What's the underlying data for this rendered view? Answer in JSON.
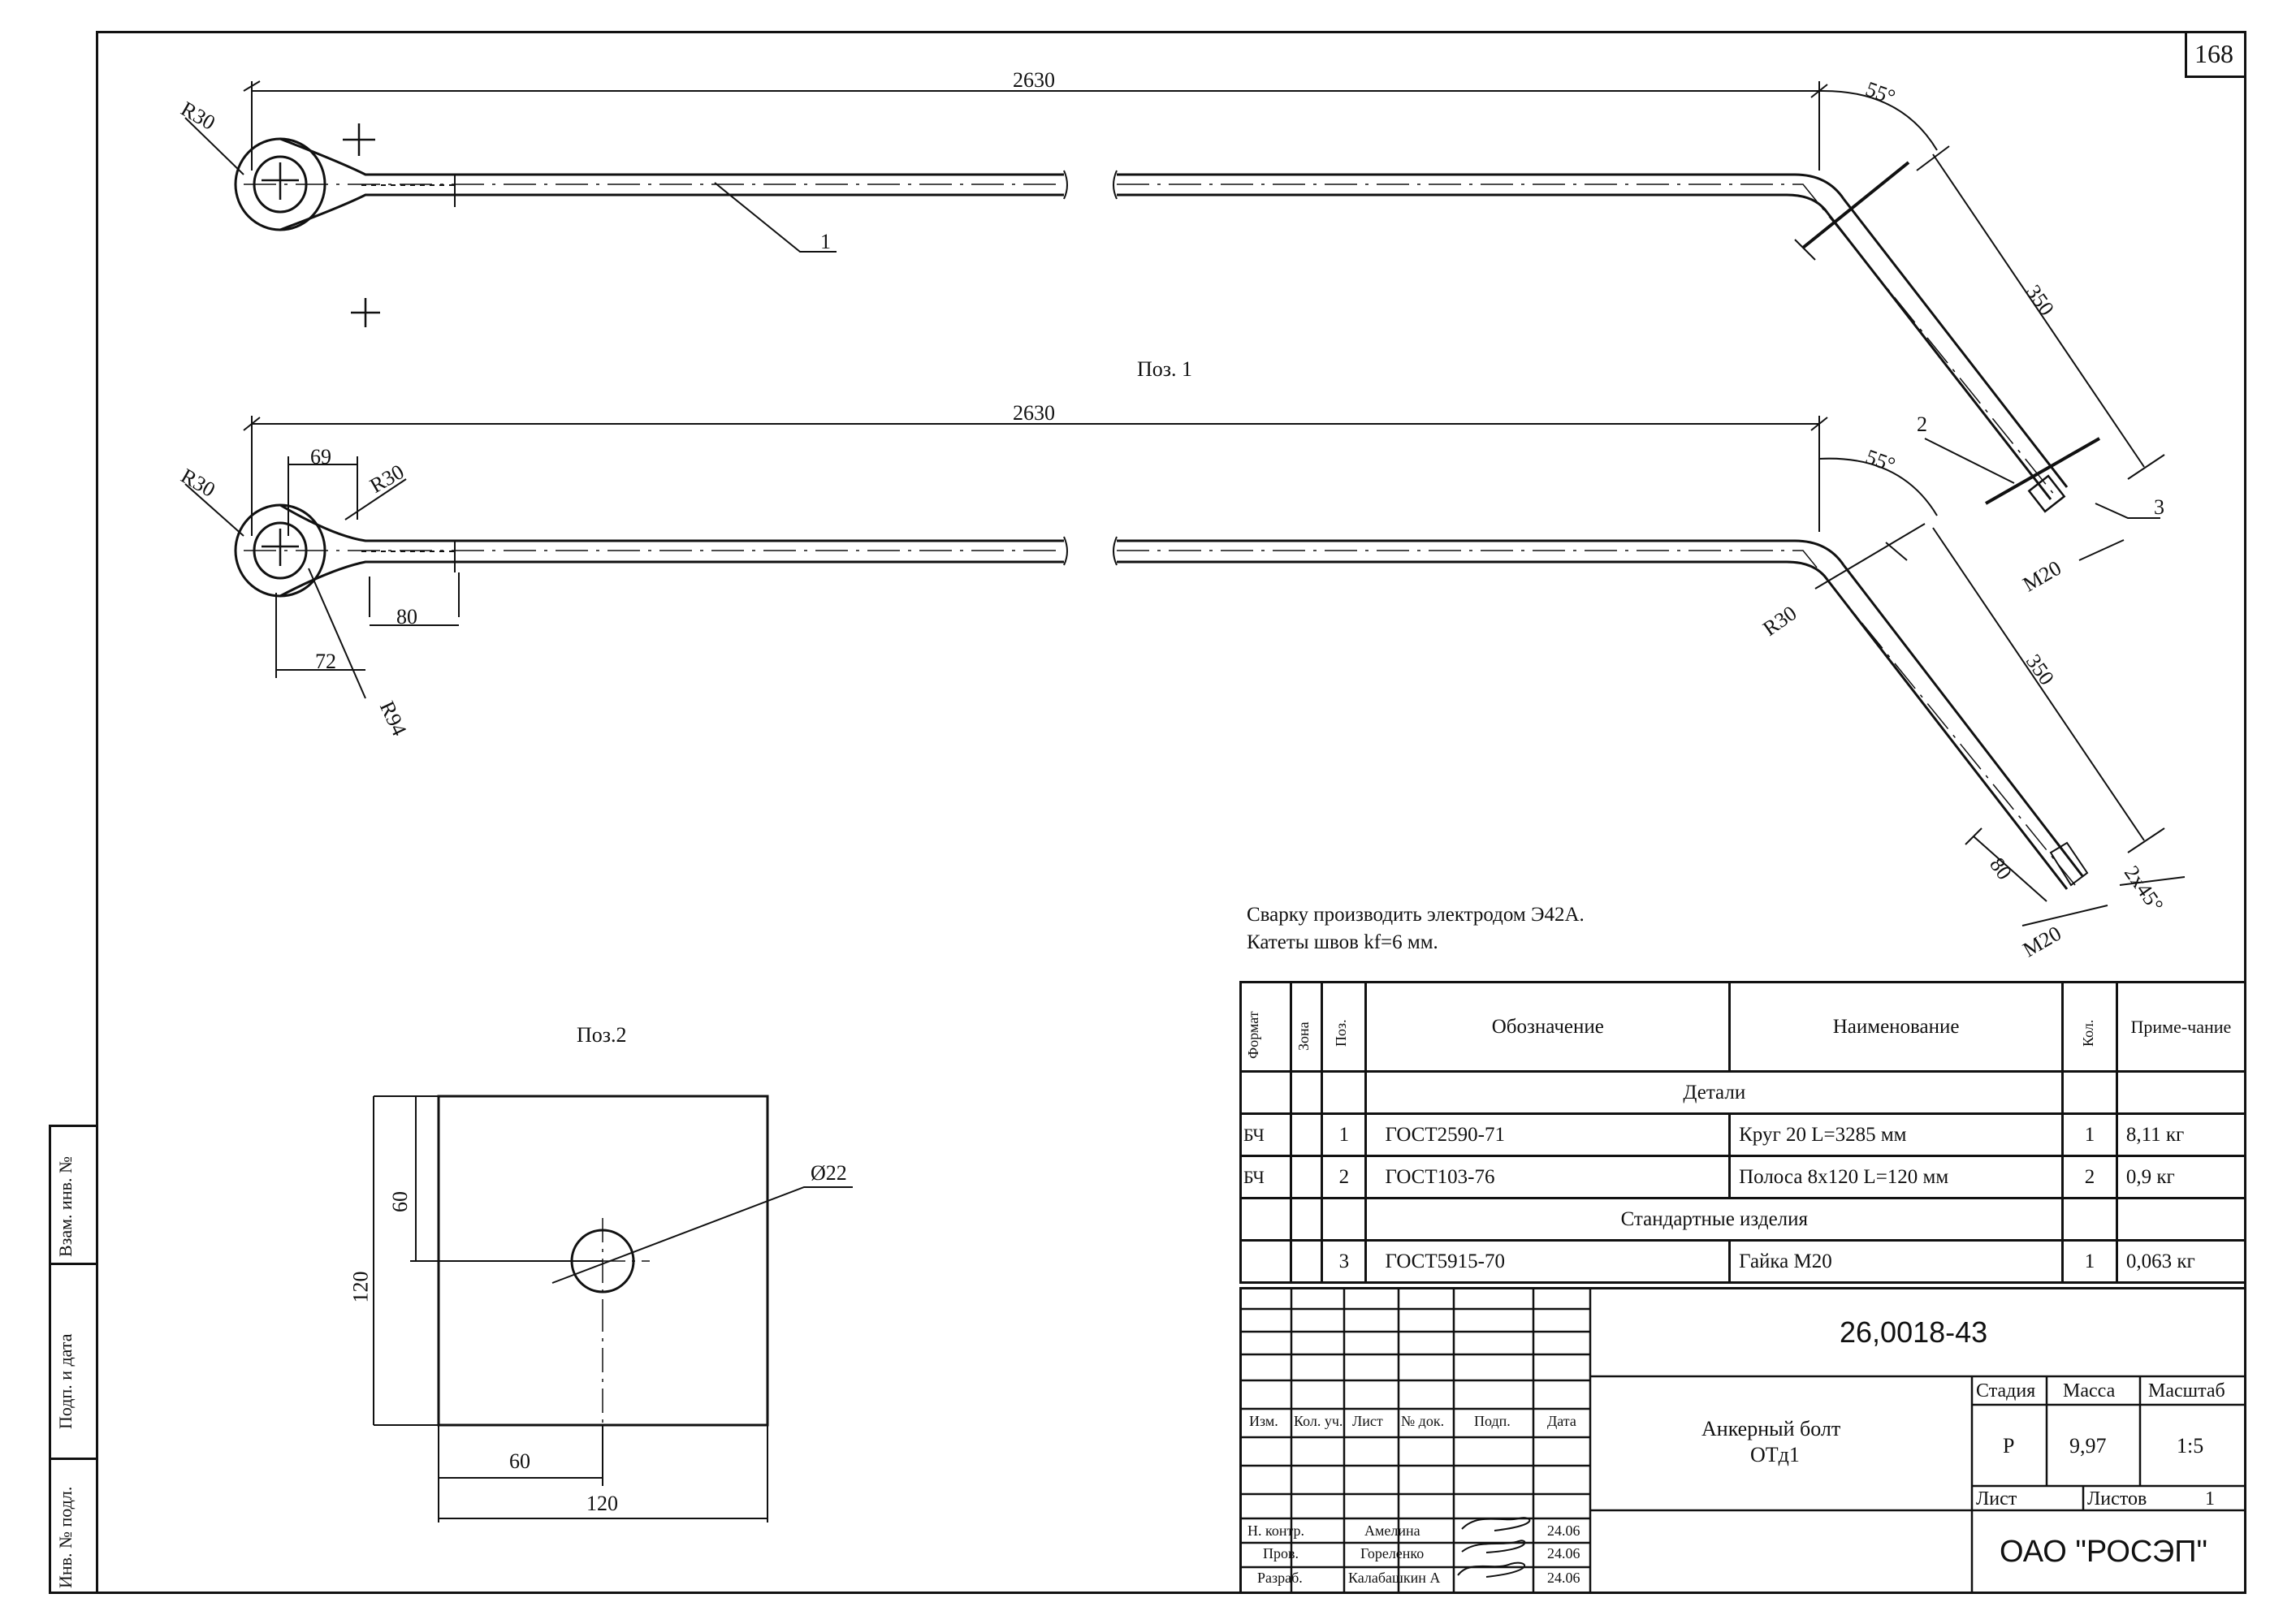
{
  "sheet": {
    "page_number": "168"
  },
  "views": {
    "pos1": {
      "title": "Поз. 1",
      "leader_label": "1",
      "dims": {
        "length": "2630",
        "radius_eye": "R30",
        "bend": "55°",
        "leg": "350"
      }
    },
    "pos1b": {
      "dims": {
        "length": "2630",
        "radius_eye": "R30",
        "r30b": "R30",
        "d69": "69",
        "d80": "80",
        "d72": "72",
        "r94": "R94",
        "bend": "55°",
        "leg": "350",
        "r30_bend": "R30",
        "d80b": "80",
        "chamfer": "2x45°",
        "thread_top": "M20",
        "thread_bot": "M20"
      },
      "callouts": {
        "plate": "2",
        "nut": "3"
      }
    },
    "pos2": {
      "title": "Поз.2",
      "dims": {
        "d60v": "60",
        "d120v": "120",
        "d60h": "60",
        "d120h": "120",
        "hole": "Ø22"
      }
    }
  },
  "notes": {
    "line1": "Сварку производить электродом Э42А.",
    "line2": "Катеты швов kf=6 мм."
  },
  "spec_table": {
    "headers": {
      "format": "Формат",
      "zone": "Зона",
      "pos": "Поз.",
      "designation": "Обозначение",
      "name": "Наименование",
      "qty": "Кол.",
      "note": "Приме-чание"
    },
    "section1": "Детали",
    "section2": "Стандартные изделия",
    "rows": [
      {
        "format": "БЧ",
        "pos": "1",
        "designation": "ГОСТ2590-71",
        "name": "Круг 20 L=3285 мм",
        "qty": "1",
        "note": "8,11 кг"
      },
      {
        "format": "БЧ",
        "pos": "2",
        "designation": "ГОСТ103-76",
        "name": "Полоса 8х120 L=120 мм",
        "qty": "2",
        "note": "0,9 кг"
      },
      {
        "format": "",
        "pos": "3",
        "designation": "ГОСТ5915-70",
        "name": "Гайка М20",
        "qty": "1",
        "note": "0,063 кг"
      }
    ]
  },
  "title_block": {
    "doc_code": "26,0018-43",
    "product_line1": "Анкерный болт",
    "product_line2": "ОТд1",
    "stage_label": "Стадия",
    "mass_label": "Масса",
    "scale_label": "Масштаб",
    "stage": "Р",
    "mass": "9,97",
    "scale": "1:5",
    "sheet_label": "Лист",
    "sheets_label": "Листов",
    "sheets": "1",
    "org": "ОАО \"РОСЭП\"",
    "col_heads": {
      "izm": "Изм.",
      "kol": "Кол. уч.",
      "list": "Лист",
      "ndok": "№ док.",
      "podp": "Подп.",
      "data": "Дата"
    },
    "signers": [
      {
        "role": "Н. контр.",
        "name": "Амелина",
        "date": "24.06"
      },
      {
        "role": "Пров.",
        "name": "Гореленко",
        "date": "24.06"
      },
      {
        "role": "Разраб.",
        "name": "Калабашкин А",
        "date": "24.06"
      }
    ]
  },
  "side_stamp": {
    "f1": "Взам. инв. №",
    "f2": "Подп. и дата",
    "f3": "Инв. № подл."
  }
}
